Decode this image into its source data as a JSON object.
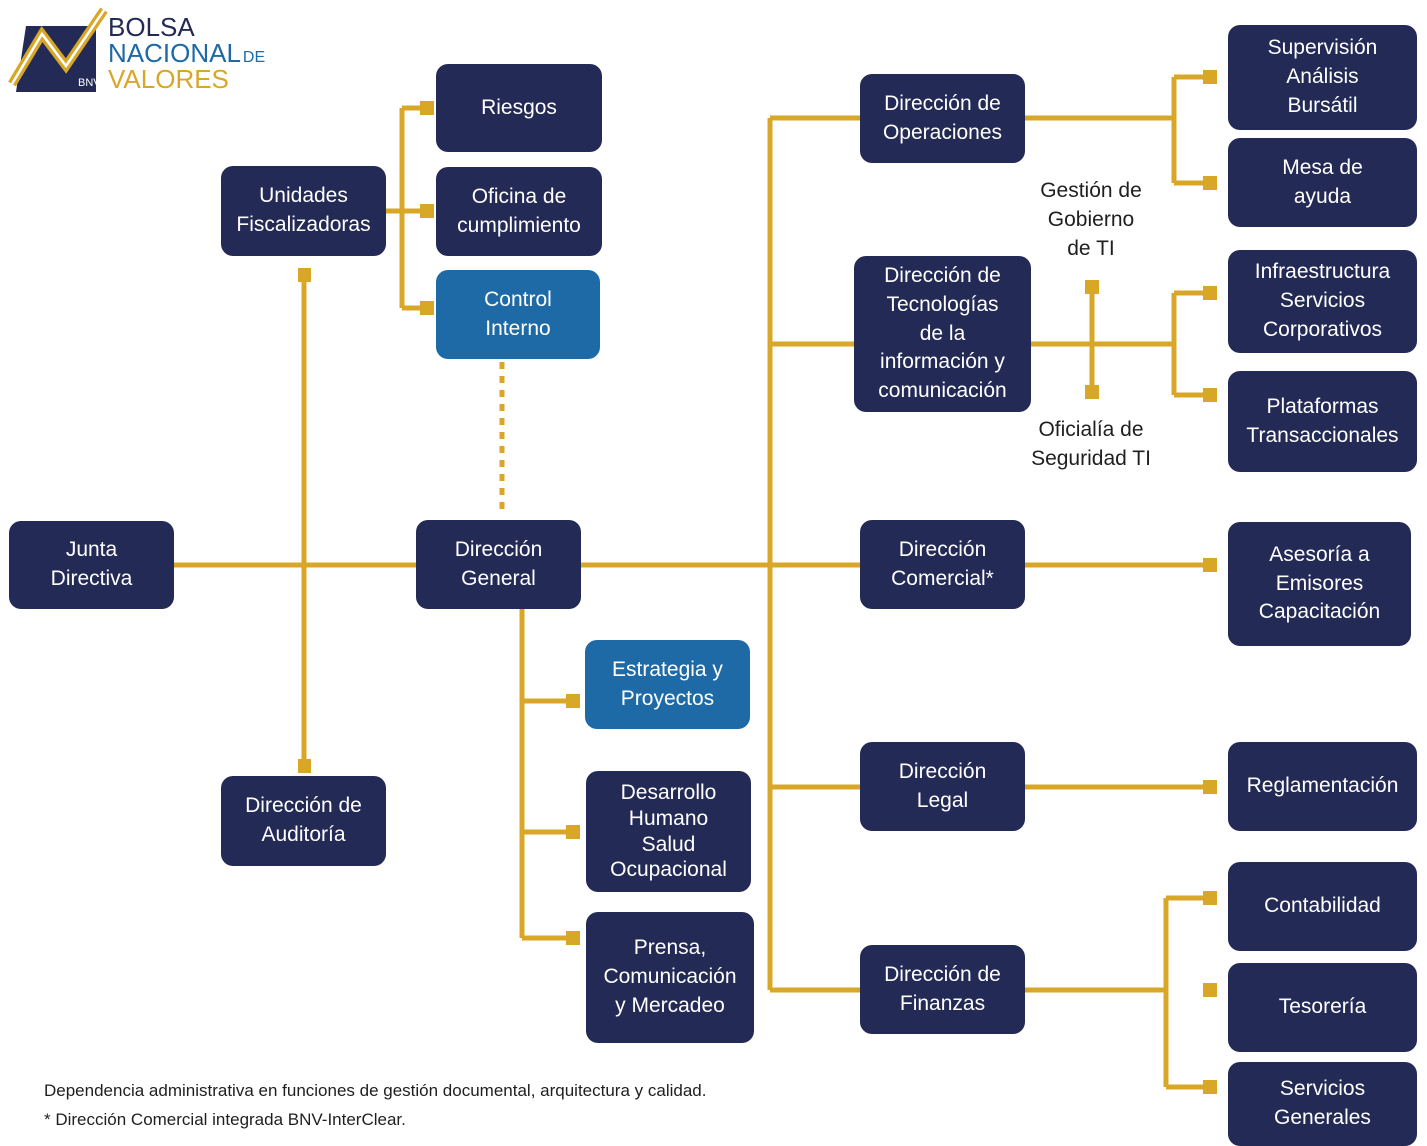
{
  "logo": {
    "line1": "BOLSA",
    "line2": "NACIONAL",
    "line2_suffix": "DE",
    "line3": "VALORES",
    "badge": "BNV",
    "colors": {
      "navy": "#232a55",
      "gold": "#d9a728",
      "blue": "#1e6aa6"
    }
  },
  "colors": {
    "dark_box": "#232a55",
    "blue_box": "#1e6aa6",
    "connector": "#d9a728"
  },
  "nodes": {
    "junta": "Junta\nDirectiva",
    "unidades": "Unidades\nFiscalizadoras",
    "auditoria": "Dirección de\nAuditoría",
    "riesgos": "Riesgos",
    "cumplimiento": "Oficina de\ncumplimiento",
    "control": "Control\nInterno",
    "general": "Dirección\nGeneral",
    "estrategia": "Estrategia y\nProyectos",
    "desarrollo": "Desarrollo\nHumano\nSalud\nOcupacional",
    "prensa": "Prensa,\nComunicación\ny Mercadeo",
    "operaciones": "Dirección de\nOperaciones",
    "tecnologias": "Dirección de\nTecnologías\nde la\ninformación y\ncomunicación",
    "comercial": "Dirección\nComercial*",
    "legal": "Dirección\nLegal",
    "finanzas": "Dirección de\nFinanzas",
    "supervision": "Supervisión\nAnálisis\nBursátil",
    "mesa": "Mesa de\nayuda",
    "infraestructura": "Infraestructura\nServicios\nCorporativos",
    "plataformas": "Plataformas\nTransaccionales",
    "asesoria": "Asesoría a\nEmisores\nCapacitación",
    "reglamentacion": "Reglamentación",
    "contabilidad": "Contabilidad",
    "tesoreria": "Tesorería",
    "servicios": "Servicios\nGenerales"
  },
  "labels": {
    "gobierno_ti": "Gestión de\nGobierno\nde TI",
    "seguridad_ti": "Oficialía de\nSeguridad TI"
  },
  "footnotes": {
    "note1": "Dependencia administrativa en funciones de gestión documental, arquitectura y calidad.",
    "note2": "* Dirección Comercial integrada BNV-InterClear."
  }
}
